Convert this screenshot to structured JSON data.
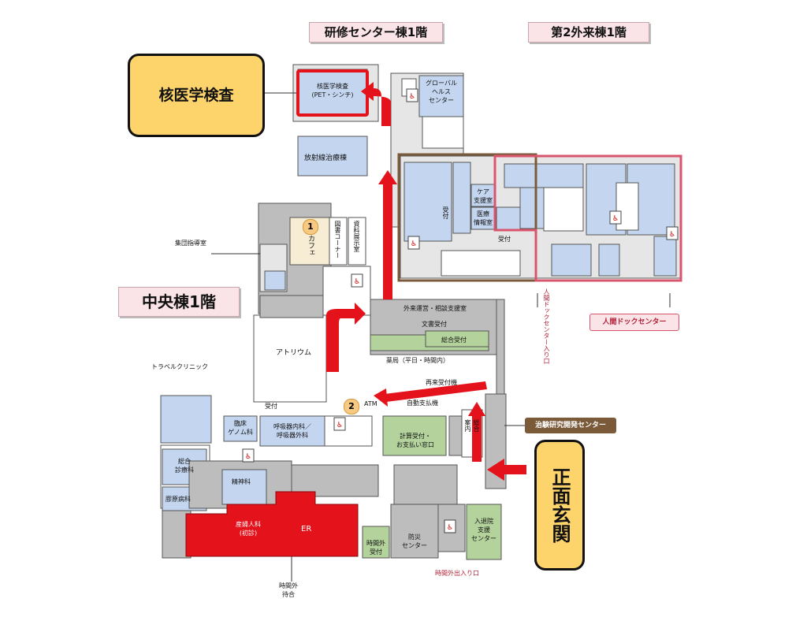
{
  "headers": {
    "training_center": "研修センター棟1階",
    "outpatient2": "第2外来棟1階",
    "central": "中央棟1階"
  },
  "callouts": {
    "nuclear_medicine": "核医学検査",
    "main_entrance": "正面玄関"
  },
  "rooms": {
    "pet": "核医学検査\n(PET・シンチ)",
    "radiotherapy": "放射線治療棟",
    "global_health": "グローバル\nヘルス\nセンター",
    "care_support": "ケア\n支援室",
    "medical_info": "医療\n情報室",
    "reception": "受付",
    "reception2": "受付",
    "cafe": "カフェ",
    "library": "図書コーナー",
    "exhibit": "資料展示室",
    "group_guidance": "集団指導室",
    "atrium": "アトリウム",
    "outpatient_ops": "外来運営・相談支援室",
    "document_desk": "文書受付",
    "general_reception": "総合受付",
    "pharmacy": "薬局（平日・時間内）",
    "revisit": "再来受付機",
    "auto_pay": "自動支払機",
    "atm": "ATM",
    "travel_clinic": "トラベルクリニック",
    "reception_sign": "受付",
    "clinical_genome": "臨床\nゲノム科",
    "respiratory": "呼吸器内科／\n呼吸器外科",
    "billing": "計算受付・\nお支払い窓口",
    "general_info": "総合\n案内",
    "general_medicine": "総合\n診療科",
    "collagen": "膠原病科",
    "psychiatry": "精神科",
    "obgyn": "産婦人科\n(初診)",
    "er": "ER",
    "after_hours": "時間外\n受付",
    "disaster": "防災\nセンター",
    "admission": "入退院\n支援\nセンター",
    "after_hours_wait": "時間外\n待合",
    "dock_vertical": "人間ドックセンター入り口",
    "after_hours_entrance": "時間外出入り口"
  },
  "tags": {
    "dock_center": "人間ドックセンター",
    "treatment_center": "治験研究開発センター"
  },
  "numbers": {
    "one": "1",
    "two": "2"
  },
  "colors": {
    "room_blue": "#c4d6ef",
    "room_gray": "#bdbdbd",
    "room_green": "#b3d29c",
    "er_red": "#e3121b",
    "arrow_red": "#e3121b",
    "callout_yellow": "#fdd46b",
    "brown_border": "#7b5a3a",
    "pink_border": "#d9556d"
  }
}
